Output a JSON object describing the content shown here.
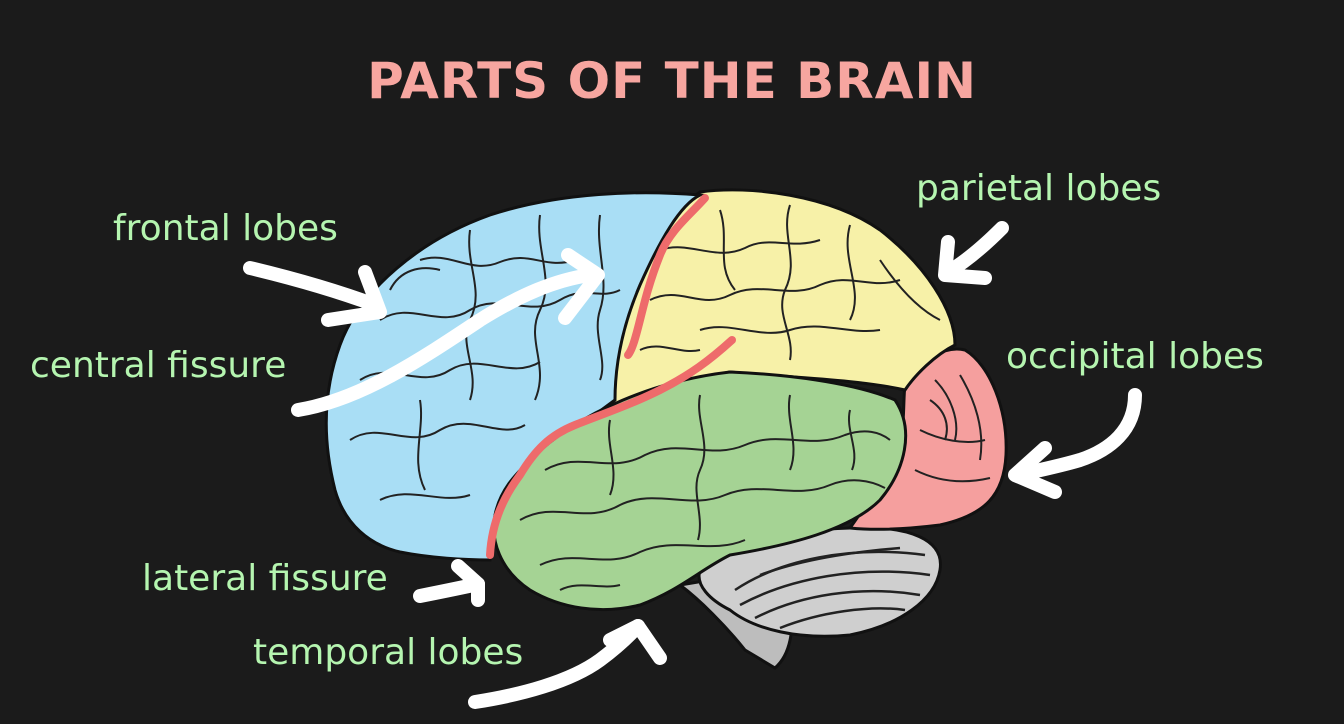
{
  "title": "PARTS OF THE BRAIN",
  "labels": {
    "frontal": "frontal lobes",
    "parietal": "parietal lobes",
    "central": "central fissure",
    "occipital": "occipital lobes",
    "lateral": "lateral fissure",
    "temporal": "temporal lobes"
  },
  "colors": {
    "background": "#1b1b1b",
    "title": "#f7a6a0",
    "label": "#b5f5b0",
    "frontal_lobe": "#a9def5",
    "parietal_lobe": "#f7f1a8",
    "temporal_lobe": "#a5d394",
    "occipital_lobe": "#f59f9e",
    "cerebellum": "#cfcfcf",
    "fissure_line": "#ee6b6b",
    "arrow": "#ffffff"
  }
}
